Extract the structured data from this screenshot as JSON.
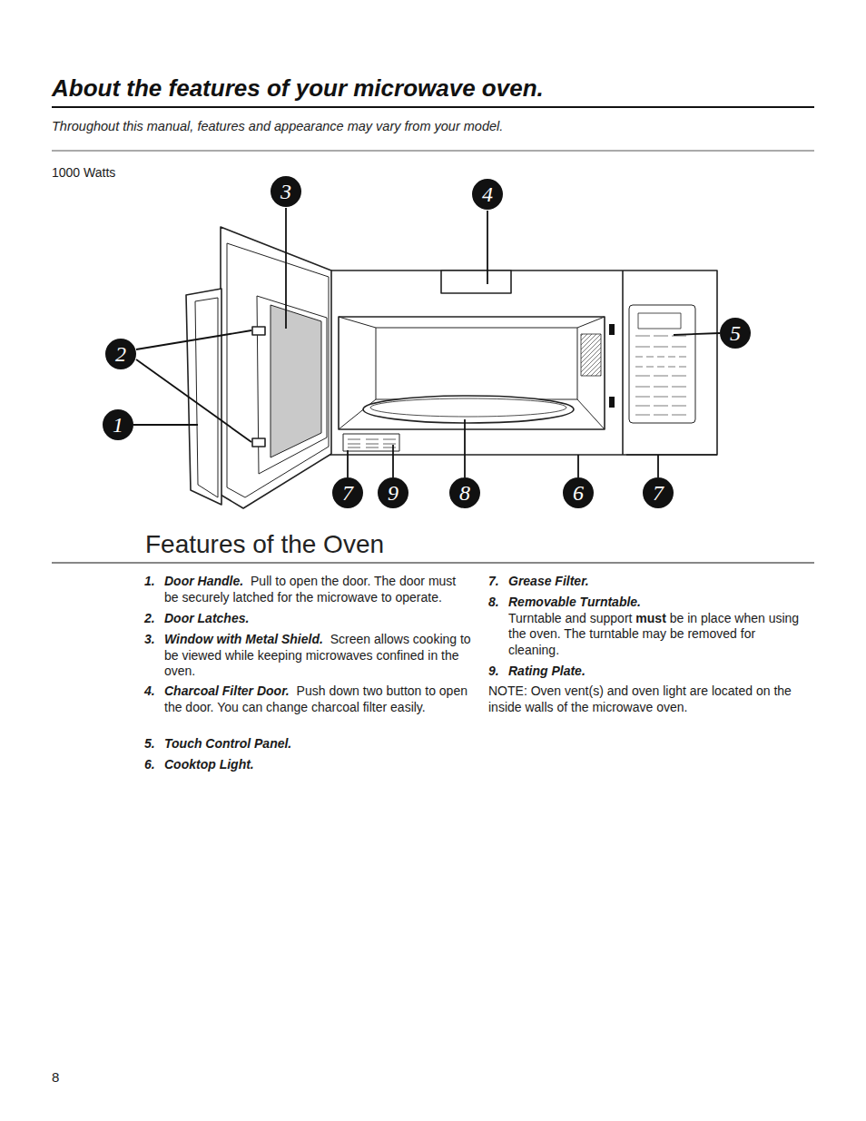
{
  "diagram": {
    "title": "About the features of your microwave oven.",
    "nodes": [
      {
        "text": [
          "3"
        ]
      },
      {
        "text": [
          "4"
        ]
      },
      {
        "text": [
          "2"
        ]
      },
      {
        "text": [
          "5"
        ]
      },
      {
        "text": [
          "1"
        ]
      },
      {
        "text": [
          "7"
        ]
      },
      {
        "text": [
          "9"
        ]
      },
      {
        "text": [
          "8"
        ]
      },
      {
        "text": [
          "6"
        ]
      },
      {
        "text": [
          "7"
        ]
      }
    ],
    "labels": [
      "Throughout this manual, features and appearance may vary from your model.",
      "1000 Watts",
      "Features of the Oven",
      "1.",
      "Door Handle.",
      "Pull to open the door. The door must be securely latched for the microwave to operate.",
      "2.",
      "Door Latches.",
      "3.",
      "Window with Metal Shield.",
      "Screen allows cooking to be viewed while keeping microwaves confined in the oven.",
      "4.",
      "Charcoal Filter Door.",
      "Push down two button to open the door. You can change charcoal filter easily.",
      "5.",
      "Touch Control Panel.",
      "6.",
      "Cooktop Light.",
      "7.",
      "Grease Filter.",
      "8.",
      "Removable Turntable.",
      "Turntable and support",
      "must",
      "be in place when using the oven. The turntable may be removed for cleaning.",
      "9.",
      "Rating Plate.",
      "NOTE: Oven vent(s) and oven light are located on the inside walls of the microwave oven.",
      "8"
    ]
  }
}
